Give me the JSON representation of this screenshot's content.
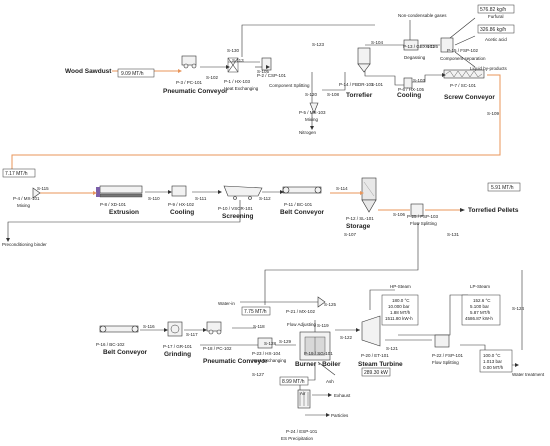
{
  "streams": {
    "s102": "S-102",
    "s105": "S-105",
    "s113": "S-113",
    "s120": "S-120",
    "s108": "S-108",
    "s101": "S-101",
    "s103": "S-103",
    "s104": "S-104",
    "s123": "S-123",
    "s126": "S-126",
    "s109": "S-109",
    "s115": "S-115",
    "s110": "S-110",
    "s111": "S-111",
    "s112": "S-112",
    "s114": "S-114",
    "s106": "S-106",
    "s107": "S-107",
    "s131": "S-131",
    "s124": "S-124",
    "s125": "S-125",
    "s116": "S-116",
    "s117": "S-117",
    "s118": "S-118",
    "s128": "S-128",
    "s129": "S-129",
    "s119": "S-119",
    "s122": "S-122",
    "s121": "S-121",
    "s127": "S-127",
    "s130": "S-130"
  },
  "units": {
    "p3": "P-3 / PC-101",
    "p1": "P-1 / HX-103",
    "p2": "P-2 / CSP-101",
    "p14": "P-14 / FBDR-101",
    "p5": "P-5 / MX-103",
    "p6": "P-6 / HX-105",
    "p7": "P-7 / SC-101",
    "p13": "P-13 / GBX-101",
    "p15": "P-15 / FSP-102",
    "p4": "P-4 / MX-101",
    "p8": "P-8 / XD-101",
    "p9": "P-9 / HX-102",
    "p10": "P-10 / VSCR-101",
    "p11": "P-11 / BC-101",
    "p12": "P-12 / SL-101",
    "p25": "P-25 / FSP-103",
    "p21": "P-21 / MX-102",
    "p16": "P-16 / BC-102",
    "p17": "P-17 / GR-101",
    "p18": "P-18 / PC-102",
    "p23": "P-23 / HX-104",
    "p19": "P-19 / SG-101",
    "p20": "P-20 / ET-101",
    "p22": "P-22 / FSP-101",
    "p24": "P-24 / ESP-101"
  },
  "titles": {
    "pneumatic1": "Pneumatic Conveyor",
    "torrefier": "Torrefier",
    "cooling1": "Cooling",
    "screw": "Screw Conveyor",
    "extrusion": "Extrusion",
    "cooling2": "Cooling",
    "screening": "Screening",
    "belt1": "Belt Conveyor",
    "storage": "Storage",
    "belt2": "Belt Conveyor",
    "grinding": "Grinding",
    "pneumatic2": "Pneumatic Conveyor",
    "burner": "Burner - Boiler",
    "turbine": "Steam Turbine",
    "wood": "Wood Sawdust",
    "torrefied": "Torrefied Pellets"
  },
  "notes": {
    "heat_ex1": "Heat Exchanging",
    "comp_split": "Component Splitting",
    "mixing1": "Mixing",
    "nitrogen": "Nitrogen",
    "noncond": "Non-condensable gases",
    "furfural": "Furfural",
    "acetic": "Acetic acid",
    "degassing": "Degassing",
    "comp_sep": "Component separation",
    "liquid": "Liquid by-products",
    "mixing2": "Mixing",
    "precond": "Preconditioning binder",
    "flow_split1": "Flow Splitting",
    "water_in": "Water-in",
    "flow_adj": "Flow Adjusting",
    "heat_ex2": "Heat Exchanging",
    "hp_steam": "HP-Steam",
    "lp_steam": "LP-Steam",
    "flow_split2": "Flow Splitting",
    "water_treat": "Water treatment",
    "air": "Air",
    "exhaust": "Exhaust",
    "ash": "Ash",
    "particles": "Particles",
    "es_prec": "ES Precipitation"
  },
  "flows": {
    "wood": "9.09 MT/h",
    "mix_out": "7.17 MT/h",
    "product": "5.91 MT/h",
    "furfural": "576.82 kg/h",
    "acetic": "326.86 kg/h",
    "water_in": "7.75 MT/h",
    "air": "8.99 MT/h",
    "power": "289.30 kW"
  },
  "steam": {
    "hp": [
      "180.0 °C",
      "10.000 bar",
      "1.88 MT/h",
      "1511.80 kW-h"
    ],
    "lp": [
      "152.6 °C",
      "5.100 bar",
      "5.87 MT/h",
      "4586.87 kW-h"
    ],
    "wt": [
      "100.0 °C",
      "1.013 bar",
      "0.00 MT/h"
    ]
  },
  "colors": {
    "main_stream": "#e8955a",
    "line": "#333333"
  }
}
